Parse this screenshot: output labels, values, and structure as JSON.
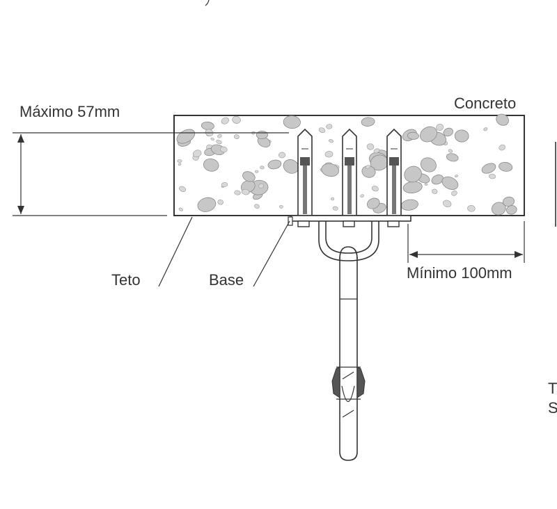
{
  "labels": {
    "max_depth": "Máximo 57mm",
    "concrete": "Concreto",
    "ceiling": "Teto",
    "base": "Base",
    "min_edge": "Mínimo 100mm",
    "clipped_t": "T",
    "clipped_s": "S"
  },
  "colors": {
    "line": "#333333",
    "aggregate": "#c7c7c7",
    "aggregate_stroke": "#8a8a8a",
    "anchor_dark": "#555555",
    "background": "#ffffff"
  }
}
